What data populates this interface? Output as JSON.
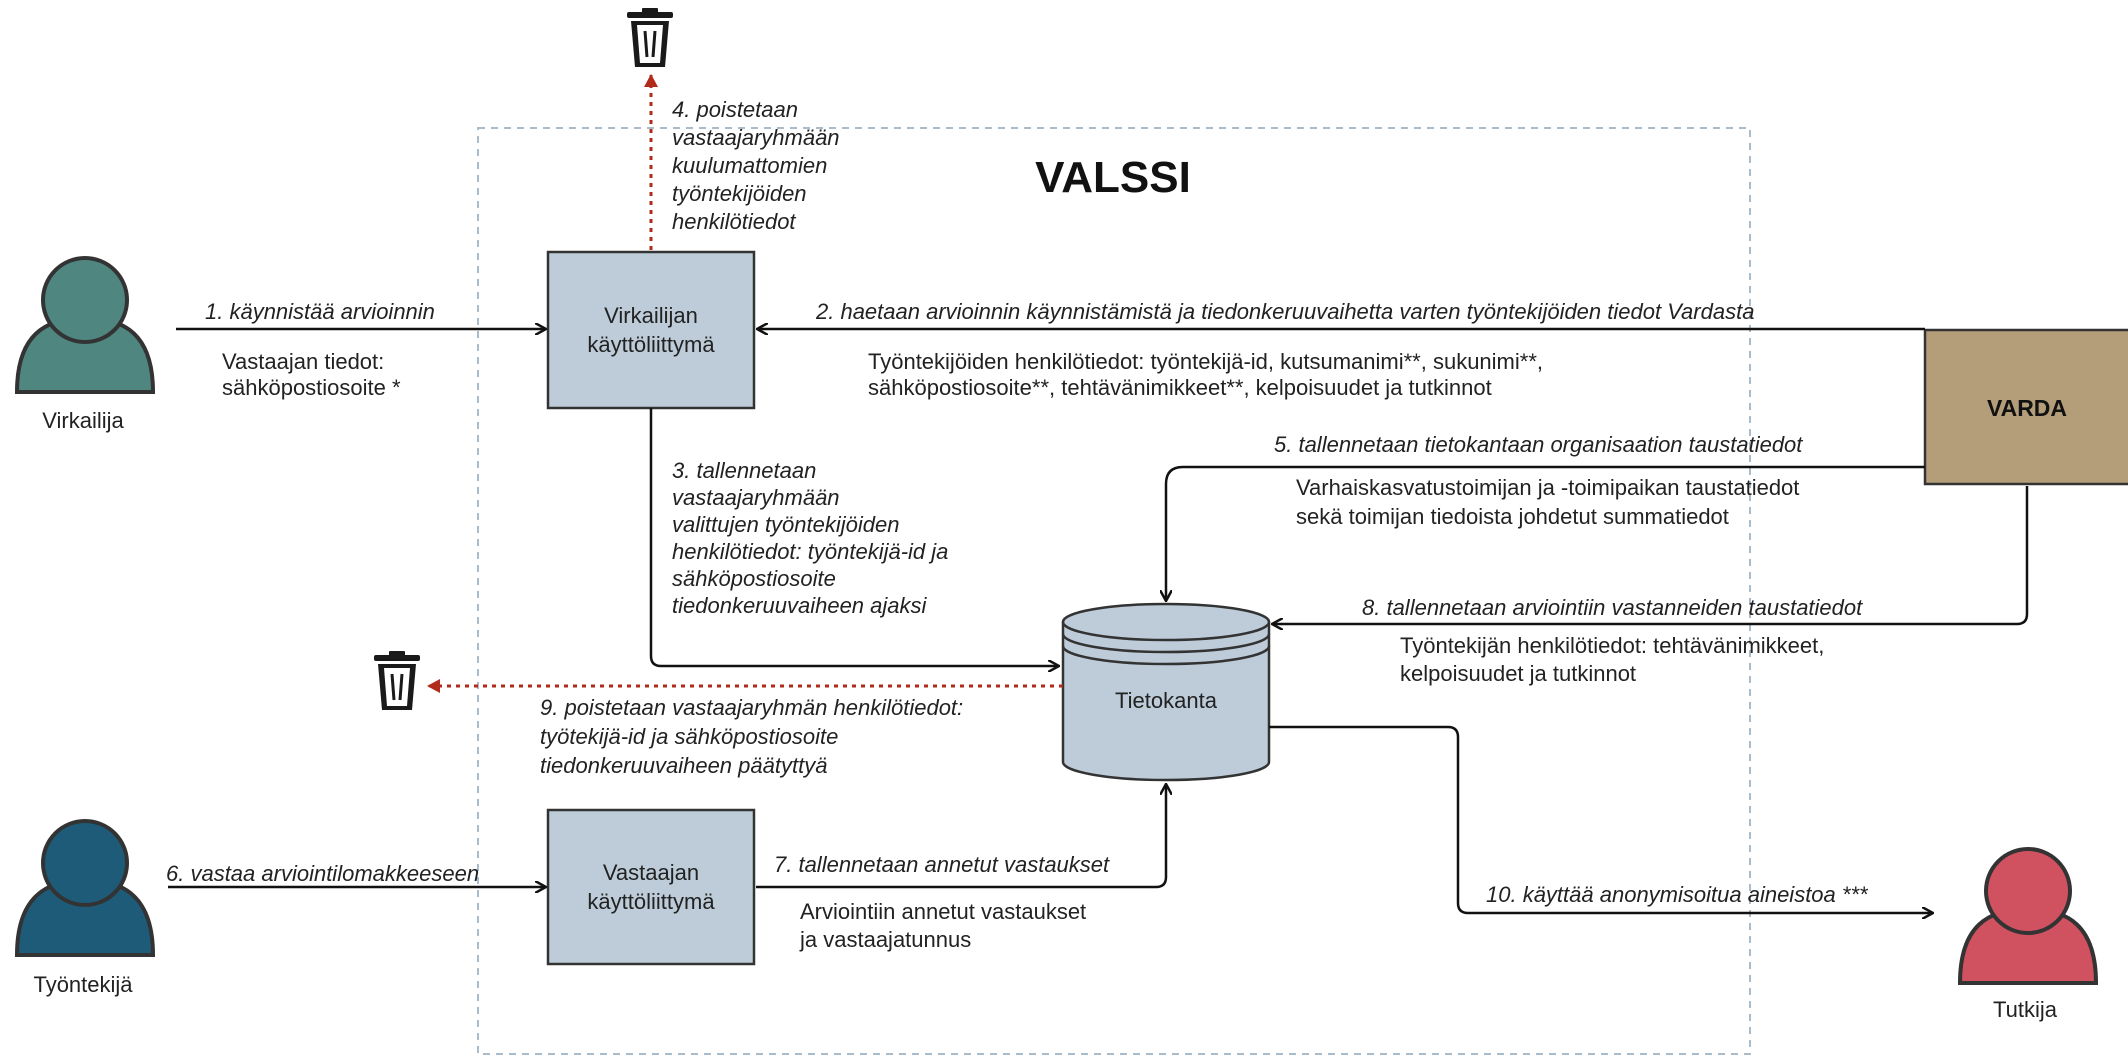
{
  "title": "VALSSI",
  "actors": {
    "virkailija": {
      "name": "Virkailija",
      "color": "#4f8680"
    },
    "tyontekija": {
      "name": "Työntekijä",
      "color": "#1e5b79"
    },
    "tutkija": {
      "name": "Tutkija",
      "color": "#d05260"
    }
  },
  "boxes": {
    "virkailija_ui": {
      "line1": "Virkailijan",
      "line2": "käyttöliittymä"
    },
    "vastaaja_ui": {
      "line1": "Vastaajan",
      "line2": "käyttöliittymä"
    },
    "tietokanta": "Tietokanta",
    "varda": "VARDA"
  },
  "colors": {
    "box_fill": "#bdccd8",
    "varda_fill": "#b49e7a",
    "delete_arrow": "#b22a1a",
    "boundary": "#a8bccb"
  },
  "icons": [
    "trash-icon",
    "trash-icon"
  ],
  "steps": {
    "s1": {
      "label": "1. käynnistää arvioinnin",
      "details": [
        "Vastaajan tiedot:",
        "sähköpostiosoite *"
      ]
    },
    "s2": {
      "label": "2. haetaan arvioinnin käynnistämistä ja tiedonkeruuvaihetta varten työntekijöiden tiedot Vardasta",
      "details": [
        "Työntekijöiden henkilötiedot: työntekijä-id, kutsumanimi**, sukunimi**,",
        "sähköpostiosoite**, tehtävänimikkeet**, kelpoisuudet ja tutkinnot"
      ]
    },
    "s3": {
      "lines": [
        "3. tallennetaan",
        "vastaajaryhmään",
        "valittujen työntekijöiden",
        "henkilötiedot: työntekijä-id ja",
        "sähköpostiosoite",
        "tiedonkeruuvaiheen ajaksi"
      ]
    },
    "s4": {
      "lines": [
        "4. poistetaan",
        "vastaajaryhmään",
        "kuulumattomien",
        "työntekijöiden",
        "henkilötiedot"
      ]
    },
    "s5": {
      "label": "5. tallennetaan tietokantaan organisaation taustatiedot",
      "details": [
        "Varhaiskasvatustoimijan ja -toimipaikan taustatiedot",
        "sekä toimijan tiedoista johdetut summatiedot"
      ]
    },
    "s6": {
      "label": "6. vastaa arviointilomakkeeseen"
    },
    "s7": {
      "label": "7. tallennetaan annetut vastaukset",
      "details": [
        "Arviointiin annetut vastaukset",
        "ja vastaajatunnus"
      ]
    },
    "s8": {
      "label": "8. tallennetaan arviointiin vastanneiden taustatiedot",
      "details": [
        "Työntekijän henkilötiedot: tehtävänimikkeet,",
        "kelpoisuudet ja tutkinnot"
      ]
    },
    "s9": {
      "lines": [
        "9. poistetaan vastaajaryhmän henkilötiedot:",
        "työtekijä-id ja sähköpostiosoite",
        "tiedonkeruuvaiheen päätyttyä"
      ]
    },
    "s10": {
      "label": "10. käyttää anonymisoitua aineistoa ***"
    }
  }
}
